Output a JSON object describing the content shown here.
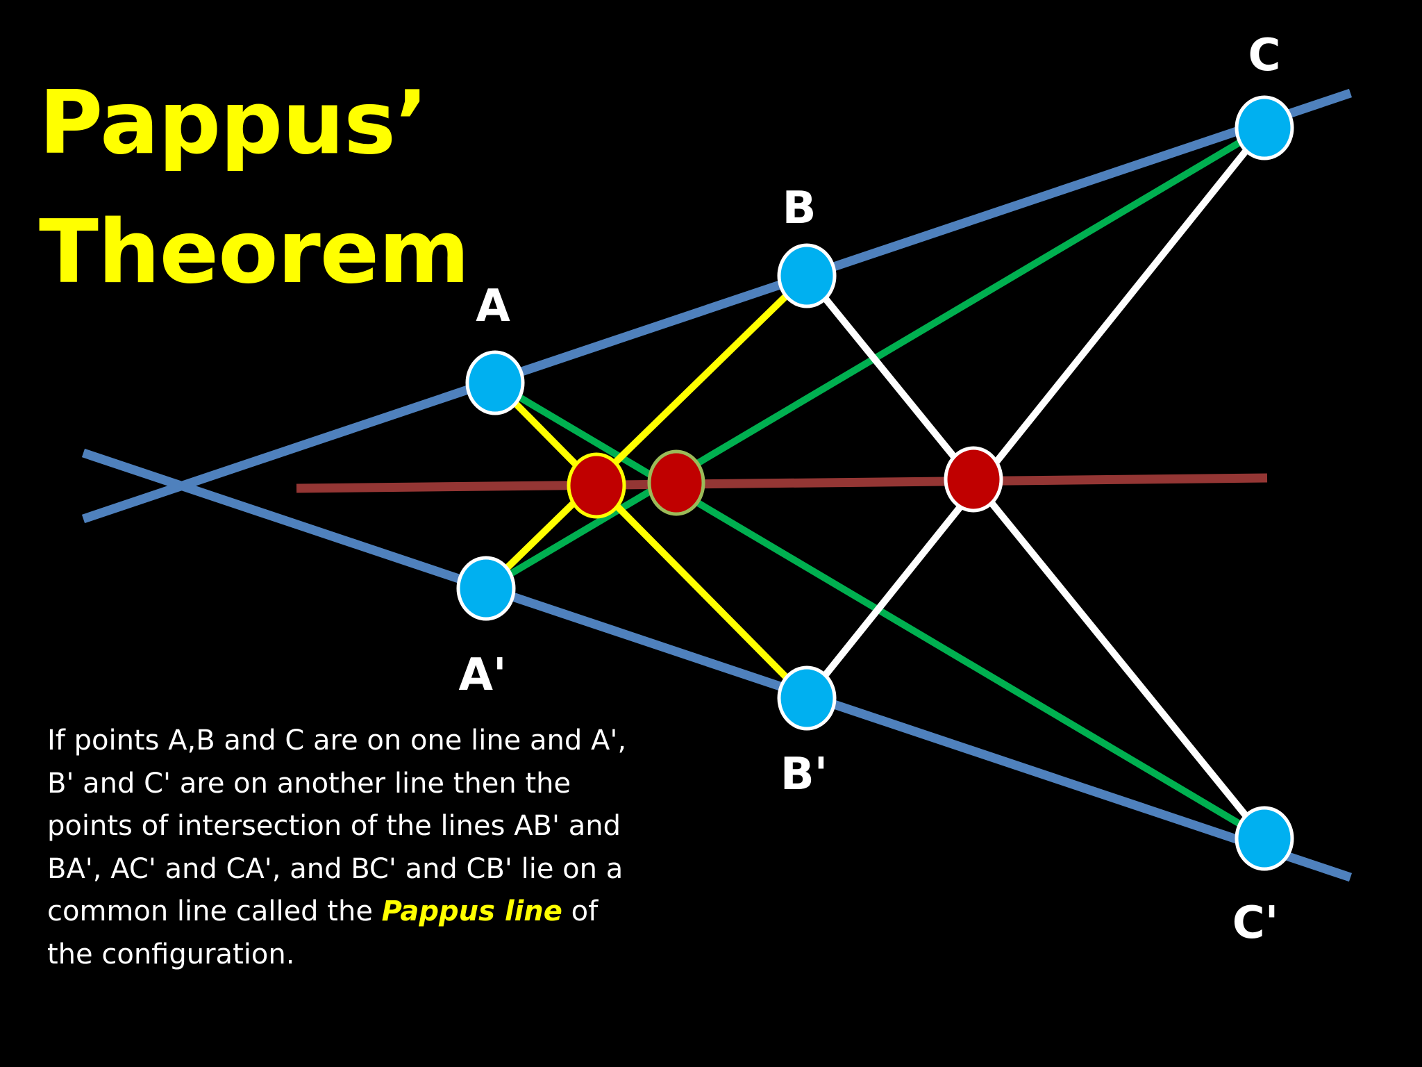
{
  "title": {
    "line1": "Pappus’",
    "line2": "Theorem"
  },
  "diagram": {
    "points": [
      {
        "id": "A",
        "label": "A"
      },
      {
        "id": "B",
        "label": "B"
      },
      {
        "id": "C",
        "label": "C"
      },
      {
        "id": "A1",
        "label": "A'"
      },
      {
        "id": "B1",
        "label": "B'"
      },
      {
        "id": "C1",
        "label": "C'"
      }
    ],
    "colors": {
      "base_lines": "#4F81BD",
      "pappus_line": "#943634",
      "pair_AB": "#FFFF00",
      "pair_AC": "#00B050",
      "pair_BC": "#FFFFFF",
      "vertex_fill": "#00B0F0",
      "intersection_fill": "#C00000",
      "intersection_stroke_yellow": "#FFFF00",
      "intersection_stroke_green": "#9BBB59",
      "intersection_stroke_white": "#FFFFFF"
    }
  },
  "description": {
    "text": "If points A,B and C are on one line and A', B' and C' are on another line then the points of intersection of the lines AB' and BA', AC' and CA', and BC' and CB' lie on a common line called the ",
    "emphasis": "Pappus line",
    "tail": " of the configuration."
  }
}
